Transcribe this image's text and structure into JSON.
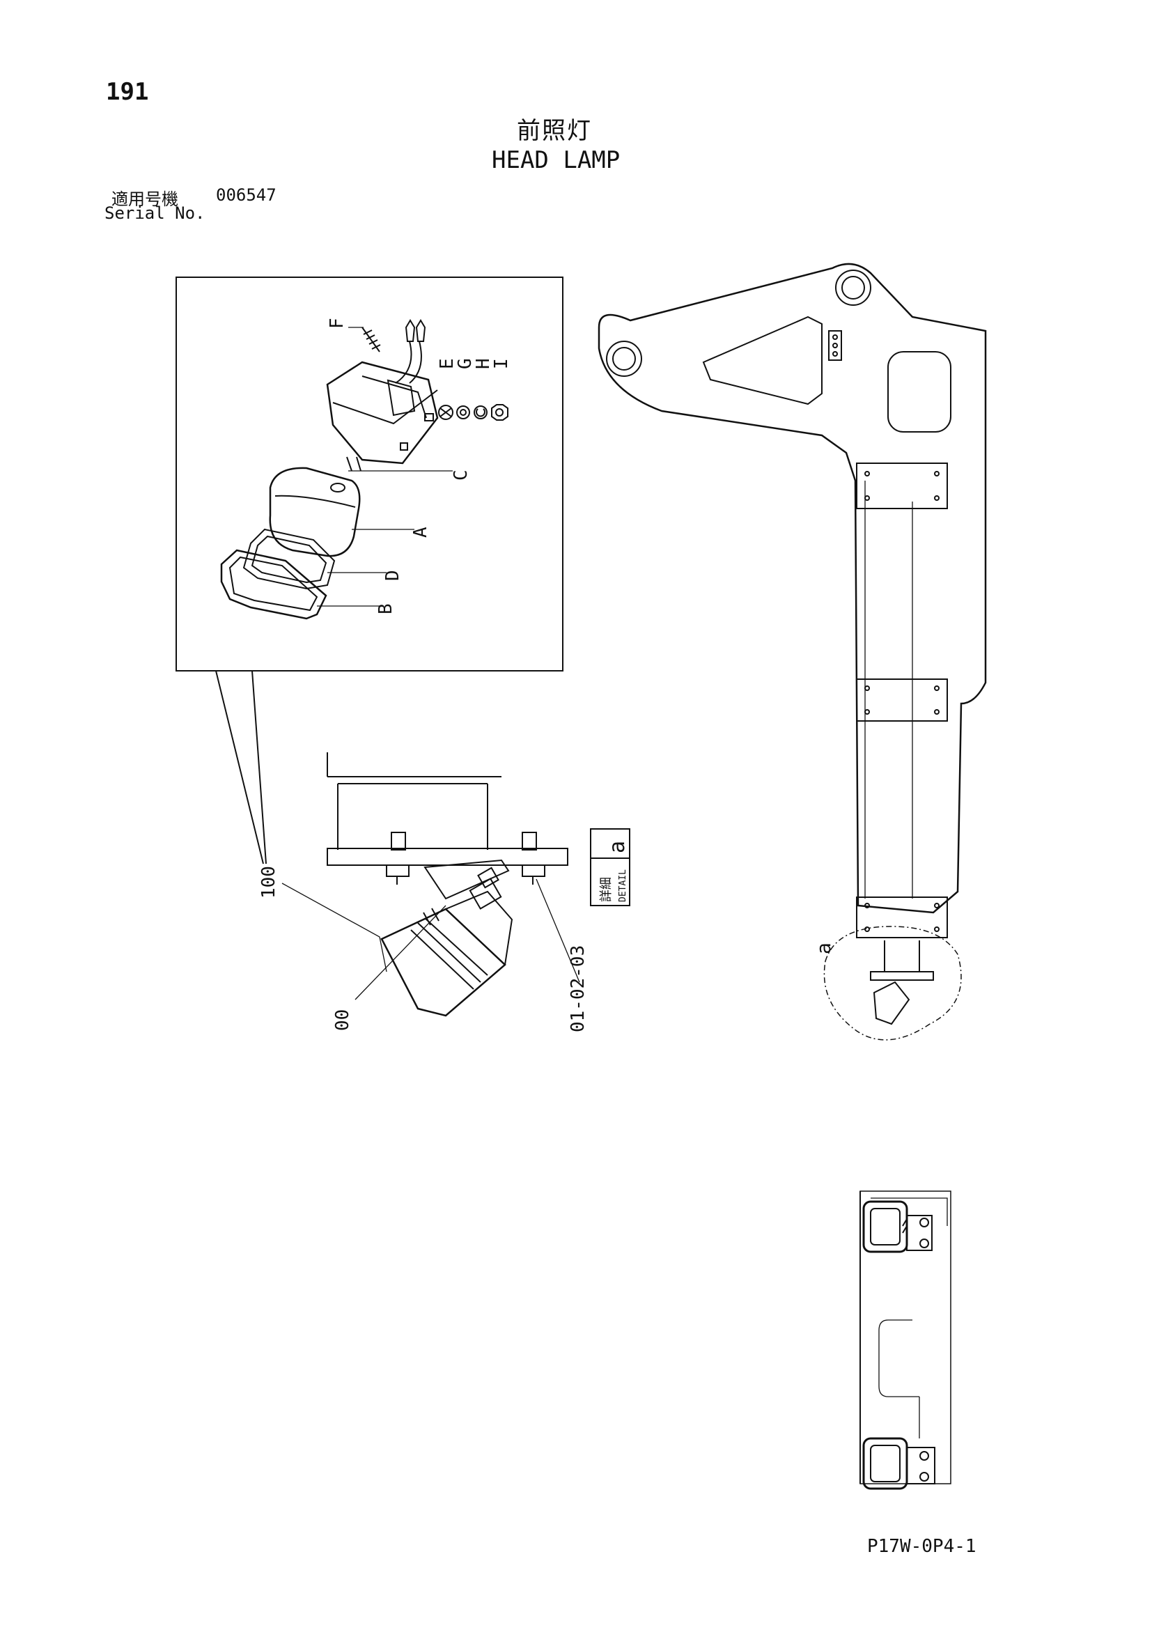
{
  "page_number": "191",
  "title": {
    "jp": "前照灯",
    "en": "HEAD LAMP"
  },
  "serial": {
    "jp_label": "適用号機",
    "number": "006547",
    "en_label": "Serial No."
  },
  "exploded_view": {
    "part_labels": [
      "F",
      "E",
      "G",
      "H",
      "I",
      "C",
      "A",
      "D",
      "B"
    ]
  },
  "detail_view": {
    "ref_labels": [
      "100",
      "00",
      "01-02-03"
    ],
    "detail_tag": {
      "jp": "詳細",
      "en": "DETAIL",
      "letter": "a"
    }
  },
  "machine_view": {
    "callout_letter": "a"
  },
  "footer_code": "P17W-0P4-1"
}
